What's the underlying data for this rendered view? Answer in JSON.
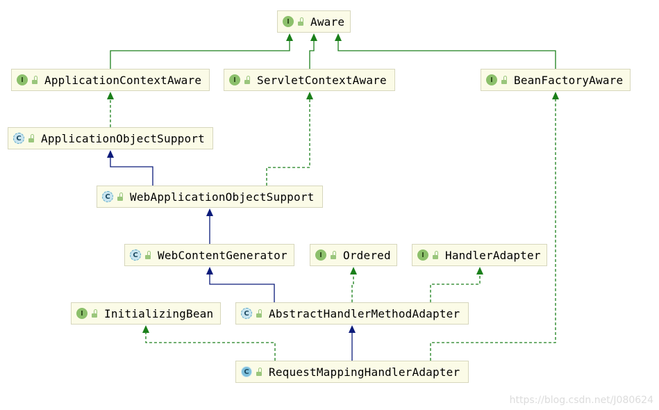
{
  "colors": {
    "implements_edge": "#1a7f1a",
    "extends_edge": "#0b1b7a",
    "node_fill": "#fbfbe7",
    "node_border": "#d6d6bc"
  },
  "nodes": {
    "aware": {
      "label": "Aware",
      "kind": "I",
      "icon": "interface-icon"
    },
    "application_context_aware": {
      "label": "ApplicationContextAware",
      "kind": "I",
      "icon": "interface-icon"
    },
    "servlet_context_aware": {
      "label": "ServletContextAware",
      "kind": "I",
      "icon": "interface-icon"
    },
    "bean_factory_aware": {
      "label": "BeanFactoryAware",
      "kind": "I",
      "icon": "interface-icon"
    },
    "application_object_support": {
      "label": "ApplicationObjectSupport",
      "kind": "C",
      "icon": "abstract-class-icon"
    },
    "web_application_object_support": {
      "label": "WebApplicationObjectSupport",
      "kind": "C",
      "icon": "abstract-class-icon"
    },
    "web_content_generator": {
      "label": "WebContentGenerator",
      "kind": "C",
      "icon": "abstract-class-icon"
    },
    "ordered": {
      "label": "Ordered",
      "kind": "I",
      "icon": "interface-icon"
    },
    "handler_adapter": {
      "label": "HandlerAdapter",
      "kind": "I",
      "icon": "interface-icon"
    },
    "initializing_bean": {
      "label": "InitializingBean",
      "kind": "I",
      "icon": "interface-icon"
    },
    "abstract_handler_method_adapter": {
      "label": "AbstractHandlerMethodAdapter",
      "kind": "C",
      "icon": "abstract-class-icon"
    },
    "request_mapping_handler_adapter": {
      "label": "RequestMappingHandlerAdapter",
      "kind": "C",
      "icon": "class-icon"
    }
  },
  "edges": [
    {
      "from": "application_context_aware",
      "to": "aware",
      "style": "solid",
      "relation": "extends-interface"
    },
    {
      "from": "servlet_context_aware",
      "to": "aware",
      "style": "solid",
      "relation": "extends-interface"
    },
    {
      "from": "bean_factory_aware",
      "to": "aware",
      "style": "solid",
      "relation": "extends-interface"
    },
    {
      "from": "application_object_support",
      "to": "application_context_aware",
      "style": "dashed",
      "relation": "implements"
    },
    {
      "from": "web_application_object_support",
      "to": "application_object_support",
      "style": "solid",
      "relation": "extends"
    },
    {
      "from": "web_application_object_support",
      "to": "servlet_context_aware",
      "style": "dashed",
      "relation": "implements"
    },
    {
      "from": "web_content_generator",
      "to": "web_application_object_support",
      "style": "solid",
      "relation": "extends"
    },
    {
      "from": "abstract_handler_method_adapter",
      "to": "web_content_generator",
      "style": "solid",
      "relation": "extends"
    },
    {
      "from": "abstract_handler_method_adapter",
      "to": "ordered",
      "style": "dashed",
      "relation": "implements"
    },
    {
      "from": "abstract_handler_method_adapter",
      "to": "handler_adapter",
      "style": "dashed",
      "relation": "implements"
    },
    {
      "from": "request_mapping_handler_adapter",
      "to": "abstract_handler_method_adapter",
      "style": "solid",
      "relation": "extends"
    },
    {
      "from": "request_mapping_handler_adapter",
      "to": "initializing_bean",
      "style": "dashed",
      "relation": "implements"
    },
    {
      "from": "request_mapping_handler_adapter",
      "to": "bean_factory_aware",
      "style": "dashed",
      "relation": "implements"
    }
  ],
  "watermark": "https://blog.csdn.net/J080624"
}
